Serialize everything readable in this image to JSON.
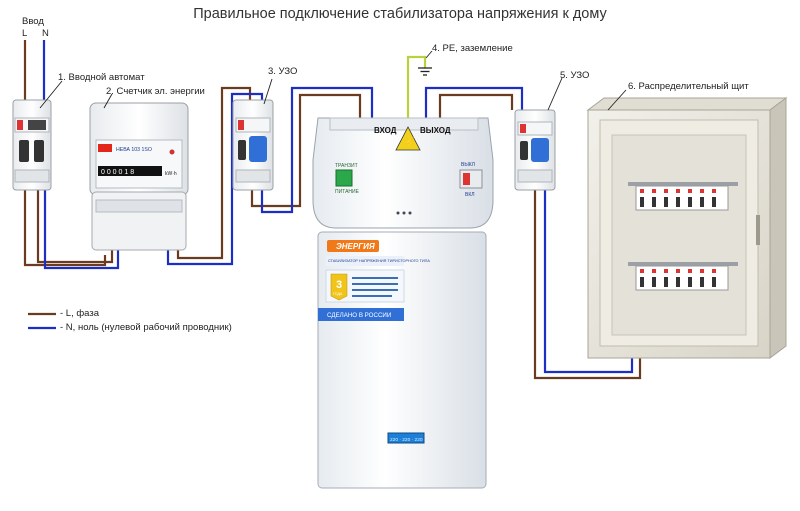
{
  "title": "Правильное подключение стабилизатора напряжения к дому",
  "input": {
    "label": "Ввод",
    "phase": "L",
    "neutral": "N"
  },
  "components": {
    "breaker": "1. Вводной автомат",
    "meter": "2. Счетчик эл. энергии",
    "rcd1": "3. УЗО",
    "ground": "4. PE, заземление",
    "rcd2": "5. УЗО",
    "panel": "6. Распределительный щит"
  },
  "meter_face": {
    "model": "НЕВА 103 1SO",
    "reading": "0 0 0 0 1 8",
    "unit": "kW·h"
  },
  "stabilizer_top": {
    "input_label": "ВХОД",
    "output_label": "ВЫХОД",
    "left_switch": "ТРАНЗИТ",
    "left_switch_sub": "ПИТАНИЕ",
    "right_switch": "ВЫКЛ",
    "right_switch_sub": "ВКЛ"
  },
  "stabilizer": {
    "brand": "ЭНЕРГИЯ",
    "product": "СТАБИЛИЗАТОР НАПРЯЖЕНИЯ ТИРИСТОРНОГО ТИПА",
    "warranty": "3",
    "warranty_sub": "ГОДА",
    "made_in": "СДЕЛАНО В РОССИИ",
    "display": "220 · 220 · 220"
  },
  "legend": {
    "phase": "- L, фаза",
    "neutral": "- N, ноль (нулевой рабочий проводник)"
  },
  "colors": {
    "phase_wire": "#6b3b1f",
    "neutral_wire": "#1d2ec4",
    "ground_wire": "#b7d23a",
    "rcd_button": "#2f6fd6",
    "brand_orange": "#f07a1a",
    "panel_body": "#ece9e0"
  }
}
